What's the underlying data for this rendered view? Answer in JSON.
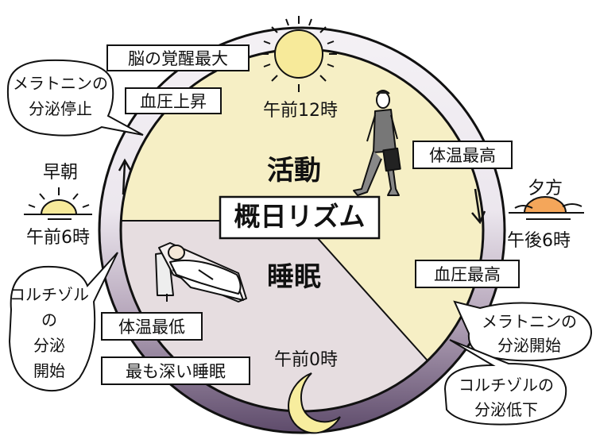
{
  "title": "概日リズム",
  "phases": {
    "activity": "活動",
    "sleep": "睡眠"
  },
  "times": {
    "noon": "午前12時",
    "evening": "午後6時",
    "midnight": "午前0時",
    "morning": "午前6時",
    "early_morning": "早朝",
    "dusk": "夕方"
  },
  "events": {
    "brain_peak": "脳の覚醒最大",
    "bp_rise": "血圧上昇",
    "temp_peak": "体温最高",
    "bp_peak": "血圧最高",
    "temp_low": "体温最低",
    "deepest_sleep": "最も深い睡眠"
  },
  "bubbles": {
    "melatonin_stop_1": "メラトニンの",
    "melatonin_stop_2": "分泌停止",
    "cortisol_start_1": "コルチゾル",
    "cortisol_start_2": "の",
    "cortisol_start_3": "分泌",
    "cortisol_start_4": "開始",
    "melatonin_start_1": "メラトニンの",
    "melatonin_start_2": "分泌開始",
    "cortisol_down_1": "コルチゾルの",
    "cortisol_down_2": "分泌低下"
  },
  "colors": {
    "day_fill": "#f6efc5",
    "night_fill": "#e6dde0",
    "ring_light": "#f2eef3",
    "ring_dark": "#6b5876",
    "sun_yellow": "#f7ea9a",
    "sunset_orange": "#f4a65a",
    "moon_yellow": "#f7ed9e",
    "ink": "#111111"
  }
}
